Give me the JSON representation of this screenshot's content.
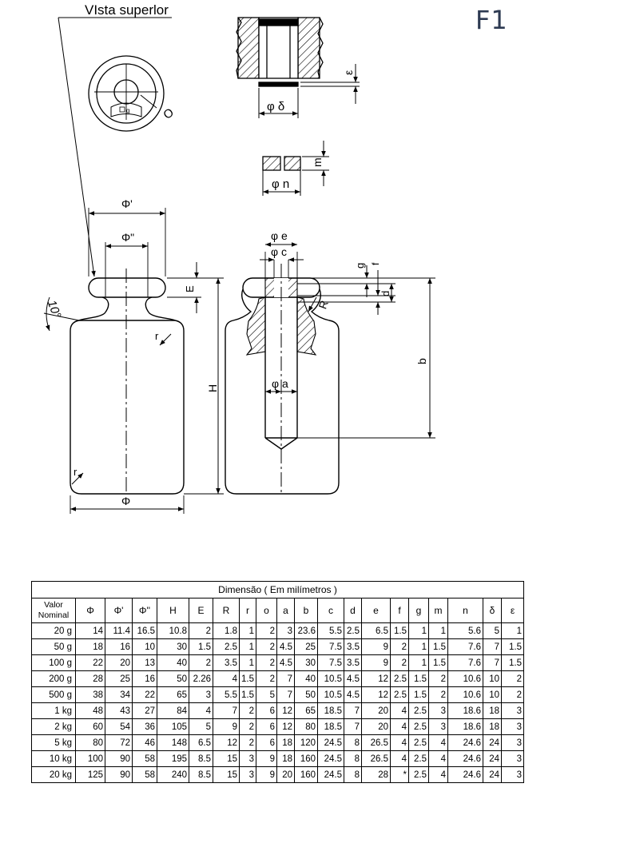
{
  "figure_label": "F1",
  "top_view_label": "VIsta superlor",
  "top_view_mark": "g",
  "dimension_labels": {
    "O": "O",
    "phi_delta": "φ δ",
    "epsilon": "ε",
    "m": "m",
    "phi_n": "φ n",
    "phi_prime": "Φ'",
    "phi_double_prime": "Φ\"",
    "E": "E",
    "angle": "10°",
    "r_upper": "r",
    "H": "H",
    "r_lower": "r",
    "phi": "Φ",
    "phi_e": "φ e",
    "phi_c": "φ c",
    "g": "g",
    "f": "f",
    "d": "d",
    "R": "R",
    "b": "b",
    "phi_a": "φ a"
  },
  "table": {
    "caption": "Dimensão ( Em milímetros )",
    "nominal_header_line1": "Valor",
    "nominal_header_line2": "Nominal",
    "columns": [
      "Φ",
      "Φ'",
      "Φ''",
      "H",
      "E",
      "R",
      "r",
      "o",
      "a",
      "b",
      "c",
      "d",
      "e",
      "f",
      "g",
      "m",
      "n",
      "δ",
      "ε"
    ],
    "rows": [
      {
        "nominal": "20 g",
        "values": [
          "14",
          "11.4",
          "16.5",
          "10.8",
          "2",
          "1.8",
          "1",
          "2",
          "3",
          "23.6",
          "5.5",
          "2.5",
          "6.5",
          "1.5",
          "1",
          "1",
          "5.6",
          "5",
          "1"
        ]
      },
      {
        "nominal": "50 g",
        "values": [
          "18",
          "16",
          "10",
          "30",
          "1.5",
          "2.5",
          "1",
          "2",
          "4.5",
          "25",
          "7.5",
          "3.5",
          "9",
          "2",
          "1",
          "1.5",
          "7.6",
          "7",
          "1.5"
        ]
      },
      {
        "nominal": "100 g",
        "values": [
          "22",
          "20",
          "13",
          "40",
          "2",
          "3.5",
          "1",
          "2",
          "4.5",
          "30",
          "7.5",
          "3.5",
          "9",
          "2",
          "1",
          "1.5",
          "7.6",
          "7",
          "1.5"
        ]
      },
      {
        "nominal": "200 g",
        "values": [
          "28",
          "25",
          "16",
          "50",
          "2.26",
          "4",
          "1.5",
          "2",
          "7",
          "40",
          "10.5",
          "4.5",
          "12",
          "2.5",
          "1.5",
          "2",
          "10.6",
          "10",
          "2"
        ]
      },
      {
        "nominal": "500 g",
        "values": [
          "38",
          "34",
          "22",
          "65",
          "3",
          "5.5",
          "1.5",
          "5",
          "7",
          "50",
          "10.5",
          "4.5",
          "12",
          "2.5",
          "1.5",
          "2",
          "10.6",
          "10",
          "2"
        ]
      },
      {
        "nominal": "1 kg",
        "values": [
          "48",
          "43",
          "27",
          "84",
          "4",
          "7",
          "2",
          "6",
          "12",
          "65",
          "18.5",
          "7",
          "20",
          "4",
          "2.5",
          "3",
          "18.6",
          "18",
          "3"
        ]
      },
      {
        "nominal": "2 kg",
        "values": [
          "60",
          "54",
          "36",
          "105",
          "5",
          "9",
          "2",
          "6",
          "12",
          "80",
          "18.5",
          "7",
          "20",
          "4",
          "2.5",
          "3",
          "18.6",
          "18",
          "3"
        ]
      },
      {
        "nominal": "5 kg",
        "values": [
          "80",
          "72",
          "46",
          "148",
          "6.5",
          "12",
          "2",
          "6",
          "18",
          "120",
          "24.5",
          "8",
          "26.5",
          "4",
          "2.5",
          "4",
          "24.6",
          "24",
          "3"
        ]
      },
      {
        "nominal": "10 kg",
        "values": [
          "100",
          "90",
          "58",
          "195",
          "8.5",
          "15",
          "3",
          "9",
          "18",
          "160",
          "24.5",
          "8",
          "26.5",
          "4",
          "2.5",
          "4",
          "24.6",
          "24",
          "3"
        ]
      },
      {
        "nominal": "20 kg",
        "values": [
          "125",
          "90",
          "58",
          "240",
          "8.5",
          "15",
          "3",
          "9",
          "20",
          "160",
          "24.5",
          "8",
          "28",
          "*",
          "2.5",
          "4",
          "24.6",
          "24",
          "3"
        ]
      }
    ]
  }
}
